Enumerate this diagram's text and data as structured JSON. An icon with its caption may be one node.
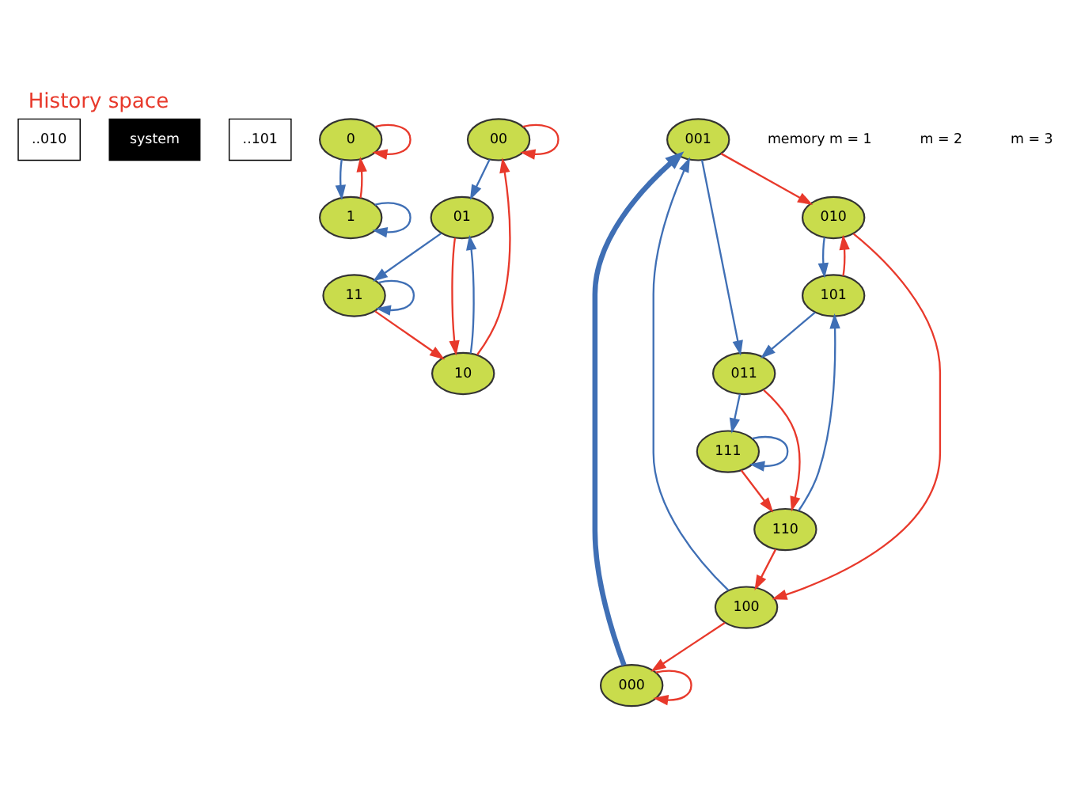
{
  "diagram": {
    "title": "History space",
    "nodes": [
      {
        "text": [
          "..010"
        ]
      },
      {
        "text": [
          "system"
        ]
      },
      {
        "text": [
          "..101"
        ]
      },
      {
        "text": [
          "0"
        ]
      },
      {
        "text": [
          "1"
        ]
      },
      {
        "text": [
          "00"
        ]
      },
      {
        "text": [
          "01"
        ]
      },
      {
        "text": [
          "11"
        ]
      },
      {
        "text": [
          "10"
        ]
      },
      {
        "text": [
          "001"
        ]
      },
      {
        "text": [
          "000"
        ]
      },
      {
        "text": [
          "010"
        ]
      },
      {
        "text": [
          "011"
        ]
      },
      {
        "text": [
          "101"
        ]
      },
      {
        "text": [
          "111"
        ]
      },
      {
        "text": [
          "100"
        ]
      },
      {
        "text": [
          "110"
        ]
      }
    ],
    "edges": [
      {
        "from": 3,
        "to": 3,
        "arrow": "to",
        "color": "#e8392b"
      },
      {
        "from": 3,
        "to": 4,
        "arrow": "to",
        "color": "#3f6fb5"
      },
      {
        "from": 4,
        "to": 3,
        "arrow": "to",
        "color": "#e8392b"
      },
      {
        "from": 4,
        "to": 4,
        "arrow": "to",
        "color": "#3f6fb5"
      },
      {
        "from": 5,
        "to": 5,
        "arrow": "to",
        "color": "#e8392b"
      },
      {
        "from": 5,
        "to": 6,
        "arrow": "to",
        "color": "#3f6fb5"
      },
      {
        "from": 6,
        "to": 8,
        "arrow": "to",
        "color": "#e8392b"
      },
      {
        "from": 6,
        "to": 7,
        "arrow": "to",
        "color": "#3f6fb5"
      },
      {
        "from": 8,
        "to": 5,
        "arrow": "to",
        "color": "#e8392b"
      },
      {
        "from": 8,
        "to": 6,
        "arrow": "to",
        "color": "#3f6fb5"
      },
      {
        "from": 7,
        "to": 8,
        "arrow": "to",
        "color": "#e8392b"
      },
      {
        "from": 7,
        "to": 7,
        "arrow": "to",
        "color": "#3f6fb5"
      },
      {
        "from": 10,
        "to": 10,
        "arrow": "to",
        "color": "#e8392b"
      },
      {
        "from": 10,
        "to": 9,
        "arrow": "to",
        "style": "thick",
        "color": "#3f6fb5"
      },
      {
        "from": 9,
        "to": 11,
        "arrow": "to",
        "color": "#e8392b"
      },
      {
        "from": 9,
        "to": 12,
        "arrow": "to",
        "color": "#3f6fb5"
      },
      {
        "from": 11,
        "to": 15,
        "arrow": "to",
        "color": "#e8392b"
      },
      {
        "from": 11,
        "to": 13,
        "arrow": "to",
        "color": "#3f6fb5"
      },
      {
        "from": 12,
        "to": 16,
        "arrow": "to",
        "color": "#e8392b"
      },
      {
        "from": 12,
        "to": 14,
        "arrow": "to",
        "color": "#3f6fb5"
      },
      {
        "from": 15,
        "to": 10,
        "arrow": "to",
        "color": "#e8392b"
      },
      {
        "from": 15,
        "to": 9,
        "arrow": "to",
        "color": "#3f6fb5"
      },
      {
        "from": 13,
        "to": 11,
        "arrow": "to",
        "color": "#e8392b"
      },
      {
        "from": 13,
        "to": 12,
        "arrow": "to",
        "color": "#3f6fb5"
      },
      {
        "from": 16,
        "to": 15,
        "arrow": "to",
        "color": "#e8392b"
      },
      {
        "from": 16,
        "to": 13,
        "arrow": "to",
        "color": "#3f6fb5"
      },
      {
        "from": 14,
        "to": 16,
        "arrow": "to",
        "color": "#e8392b"
      },
      {
        "from": 14,
        "to": 14,
        "arrow": "to",
        "color": "#3f6fb5"
      }
    ],
    "labels": [
      "memory m = 1",
      "m = 2",
      "m = 3"
    ]
  }
}
